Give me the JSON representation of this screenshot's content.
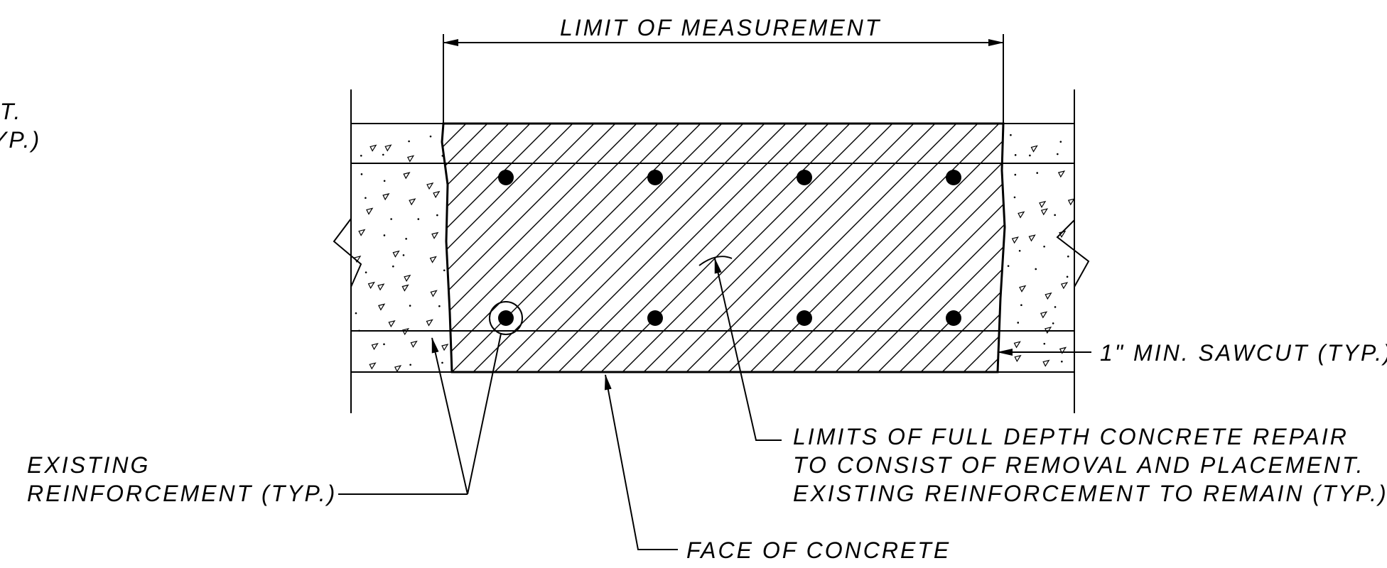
{
  "labels": {
    "limit_of_measurement": "LIMIT OF MEASUREMENT",
    "left_partial_1": "IT.",
    "left_partial_2": "YP.)",
    "sawcut": "1\" MIN. SAWCUT (TYP.)",
    "repair_line_1": "LIMITS OF FULL DEPTH CONCRETE REPAIR",
    "repair_line_2": "TO CONSIST OF REMOVAL AND PLACEMENT.",
    "repair_line_3": "EXISTING REINFORCEMENT TO REMAIN (TYP.)",
    "existing_line_1": "EXISTING",
    "existing_line_2": "REINFORCEMENT (TYP.)",
    "face_of_concrete": "FACE OF CONCRETE"
  },
  "rebar": {
    "top_row_count": 4,
    "bottom_row_count": 4
  }
}
